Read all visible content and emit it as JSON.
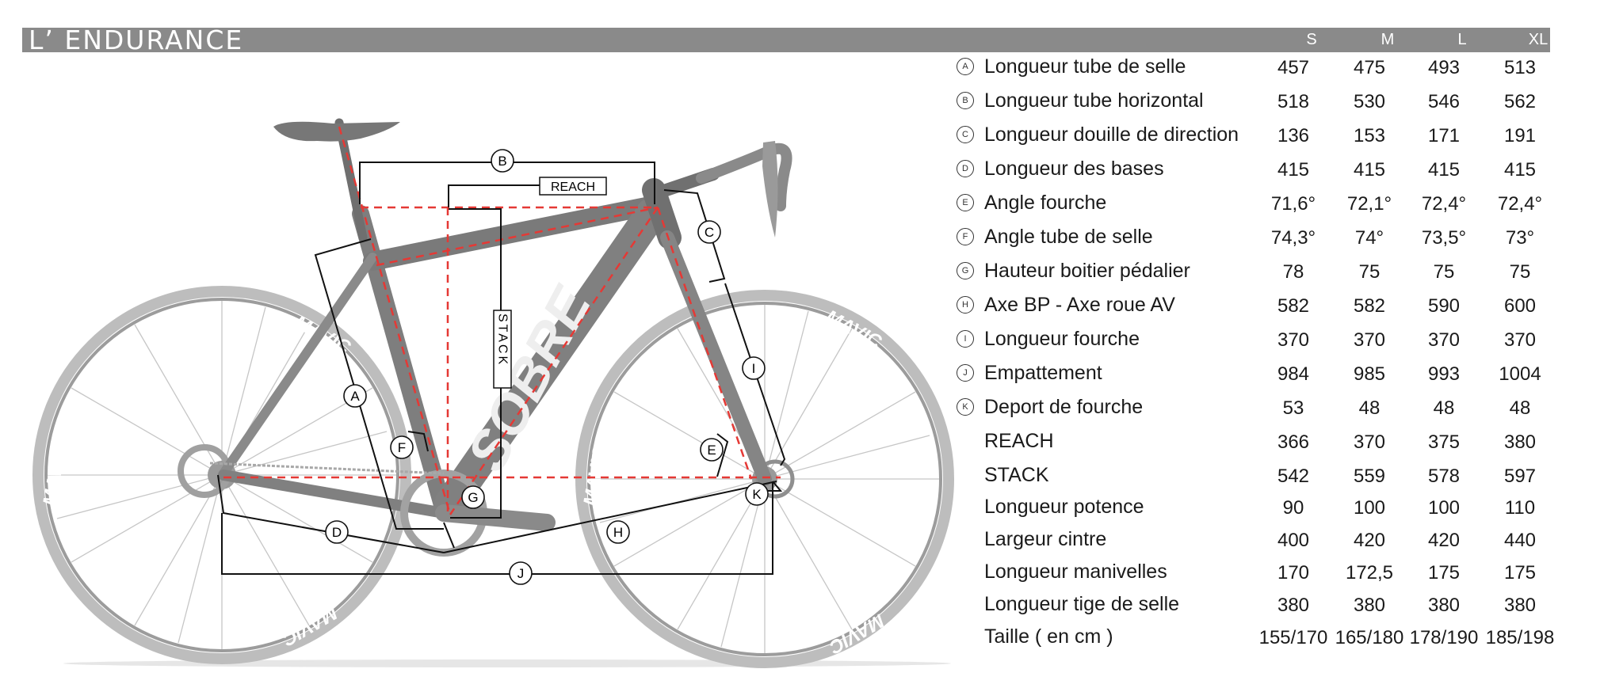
{
  "title": "L’ ENDURANCE",
  "sizes": [
    "S",
    "M",
    "L",
    "XL"
  ],
  "diagram_labels": {
    "A": "A",
    "B": "B",
    "C": "C",
    "D": "D",
    "E": "E",
    "F": "F",
    "G": "G",
    "H": "H",
    "I": "I",
    "J": "J",
    "K": "K",
    "reach": "REACH",
    "stack": "STACK",
    "tire_brand": "MAVIC",
    "frame_brand": "SOBRE"
  },
  "rows": [
    {
      "badge": "A",
      "label": "Longueur tube de selle",
      "values": [
        "457",
        "475",
        "493",
        "513"
      ]
    },
    {
      "badge": "B",
      "label": "Longueur tube horizontal",
      "values": [
        "518",
        "530",
        "546",
        "562"
      ]
    },
    {
      "badge": "C",
      "label": "Longueur douille de direction",
      "values": [
        "136",
        "153",
        "171",
        "191"
      ]
    },
    {
      "badge": "D",
      "label": "Longueur des bases",
      "values": [
        "415",
        "415",
        "415",
        "415"
      ]
    },
    {
      "badge": "E",
      "label": "Angle fourche",
      "values": [
        "71,6°",
        "72,1°",
        "72,4°",
        "72,4°"
      ]
    },
    {
      "badge": "F",
      "label": "Angle tube de selle",
      "values": [
        "74,3°",
        "74°",
        "73,5°",
        "73°"
      ]
    },
    {
      "badge": "G",
      "label": "Hauteur boitier pédalier",
      "values": [
        "78",
        "75",
        "75",
        "75"
      ]
    },
    {
      "badge": "H",
      "label": "Axe BP - Axe roue AV",
      "values": [
        "582",
        "582",
        "590",
        "600"
      ]
    },
    {
      "badge": "I",
      "label": "Longueur fourche",
      "values": [
        "370",
        "370",
        "370",
        "370"
      ]
    },
    {
      "badge": "J",
      "label": "Empattement",
      "values": [
        "984",
        "985",
        "993",
        "1004"
      ]
    },
    {
      "badge": "K",
      "label": "Deport de fourche",
      "values": [
        "53",
        "48",
        "48",
        "48"
      ]
    },
    {
      "badge": "",
      "label": "REACH",
      "values": [
        "366",
        "370",
        "375",
        "380"
      ]
    },
    {
      "badge": "",
      "label": "STACK",
      "values": [
        "542",
        "559",
        "578",
        "597"
      ]
    },
    {
      "badge": "",
      "label": "Longueur potence",
      "values": [
        "90",
        "100",
        "100",
        "110"
      ]
    },
    {
      "badge": "",
      "label": "Largeur cintre",
      "values": [
        "400",
        "420",
        "420",
        "440"
      ]
    },
    {
      "badge": "",
      "label": "Longueur manivelles",
      "values": [
        "170",
        "172,5",
        "175",
        "175"
      ]
    },
    {
      "badge": "",
      "label": "Longueur tige de selle",
      "values": [
        "380",
        "380",
        "380",
        "380"
      ]
    },
    {
      "badge": "",
      "label": "Taille ( en cm )",
      "values": [
        "155/170",
        "165/180",
        "178/190",
        "185/198"
      ]
    }
  ]
}
